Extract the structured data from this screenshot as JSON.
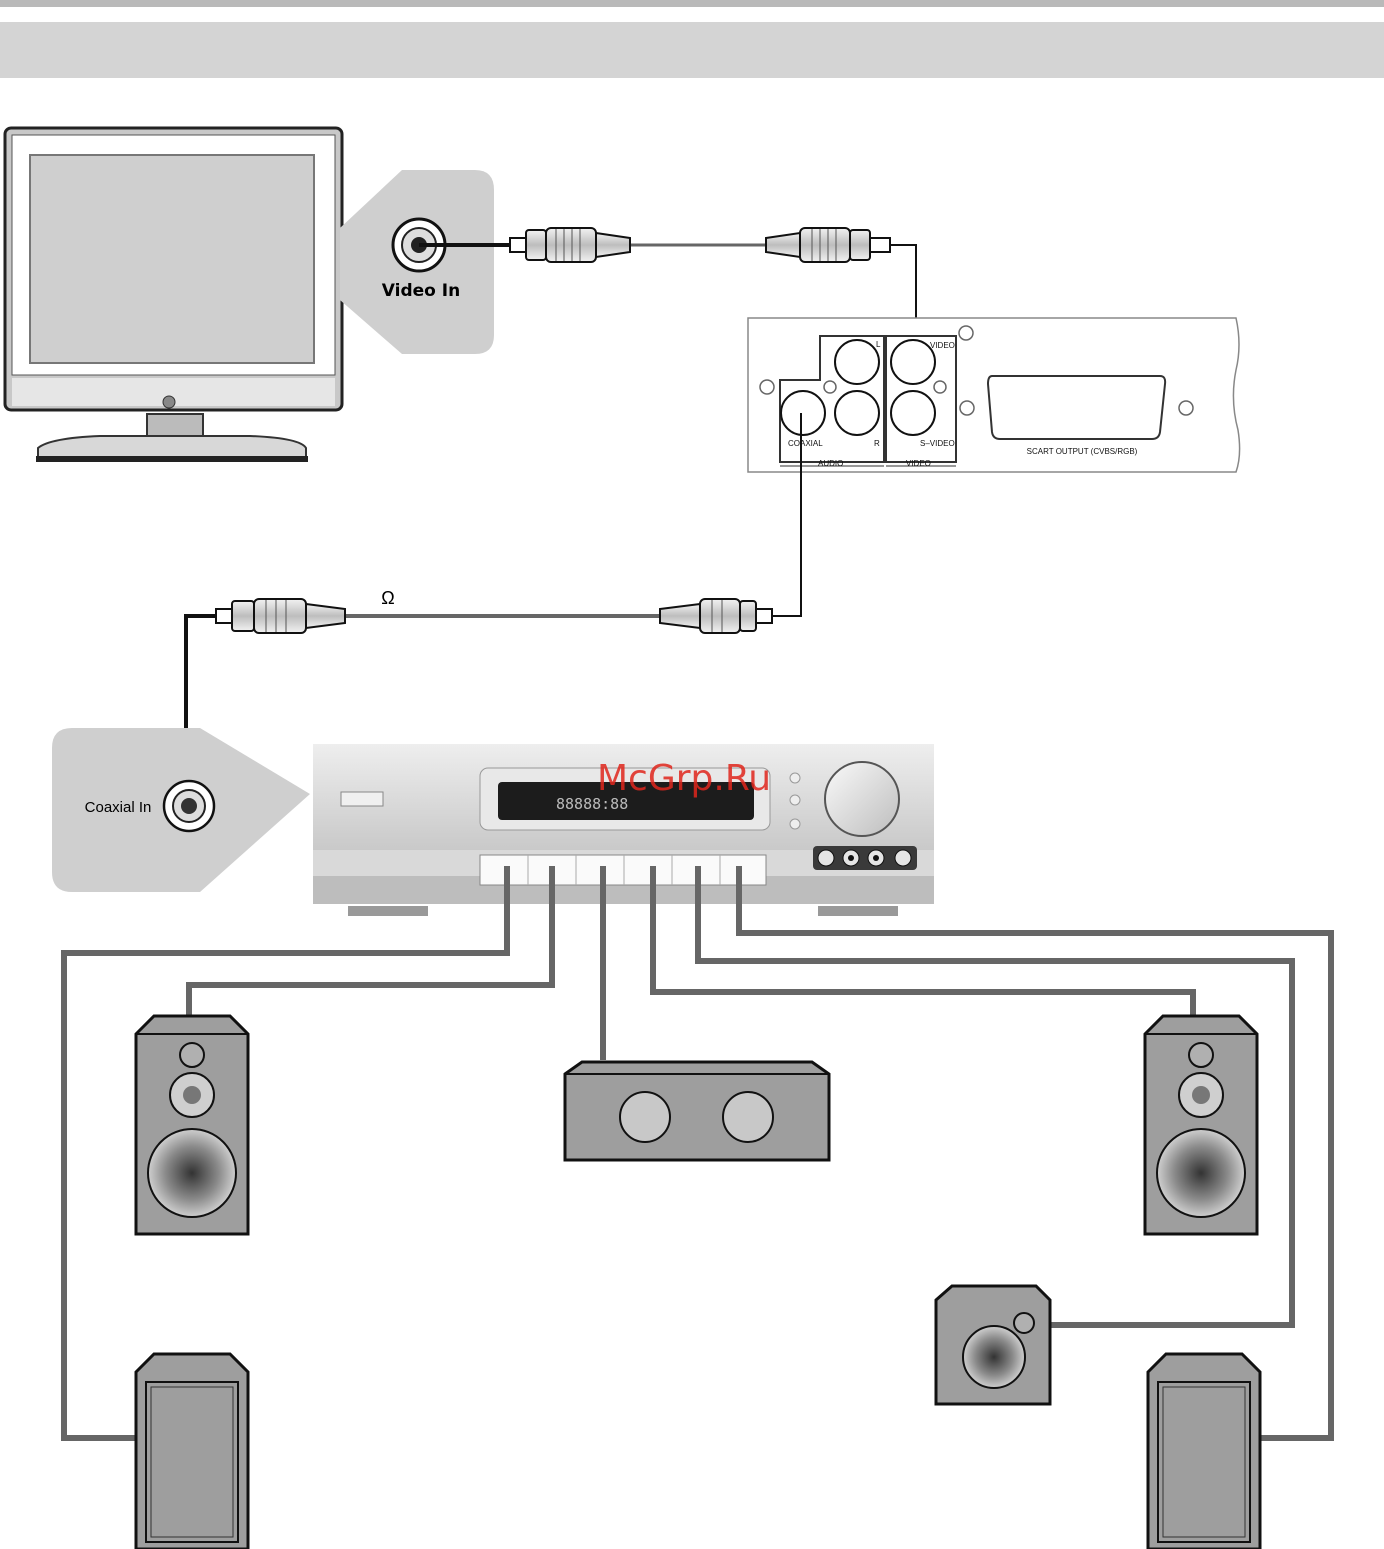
{
  "header": {
    "top_stripe_color": "#b9b9b9",
    "banner_color": "#d4d4d4"
  },
  "tv": {
    "input_label": "Video In"
  },
  "player_panel": {
    "labels": {
      "audio_l": "L",
      "audio_r": "R",
      "coaxial": "COAXIAL",
      "audio": "AUDIO",
      "video_jack": "VIDEO",
      "s_video": "S–VIDEO",
      "video_group": "VIDEO",
      "scart": "SCART OUTPUT (CVBS/RGB)"
    }
  },
  "cables": {
    "coax_symbol": "Ω"
  },
  "receiver": {
    "input_label": "Coaxial In",
    "watermark": "McGrp.Ru"
  },
  "colors": {
    "wire": "#666666",
    "callout": "#cfcfcf",
    "speaker_body": "#9e9e9e",
    "receiver_body": "#cdcdcd"
  }
}
